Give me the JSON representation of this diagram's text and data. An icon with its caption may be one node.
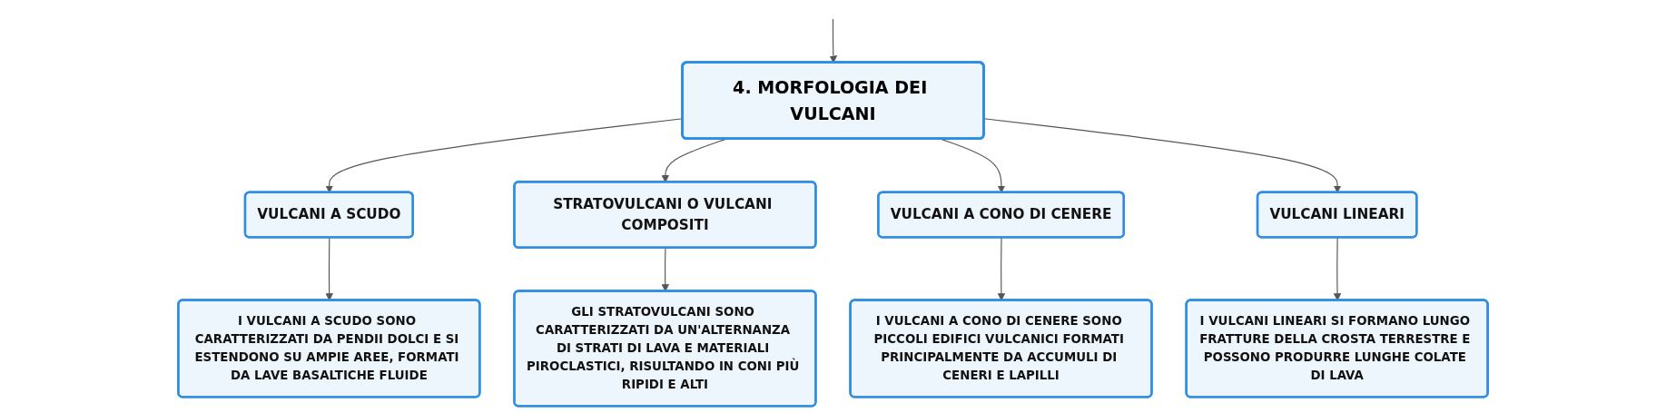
{
  "diagram": {
    "nodes": [
      {
        "text": [
          "4. MORFOLOGIA DEI VULCANI"
        ]
      },
      {
        "text": [
          "VULCANI A SCUDO"
        ]
      },
      {
        "text": [
          "STRATOVULCANI O VULCANI COMPOSITI"
        ]
      },
      {
        "text": [
          "VULCANI A CONO DI CENERE"
        ]
      },
      {
        "text": [
          "VULCANI LINEARI"
        ]
      },
      {
        "text": [
          "I VULCANI A SCUDO SONO CARATTERIZZATI DA PENDII DOLCI E SI ESTENDONO SU AMPIE AREE, FORMATI DA LAVE BASALTICHE FLUIDE"
        ]
      },
      {
        "text": [
          "GLI STRATOVULCANI SONO CARATTERIZZATI DA UN'ALTERNANZA DI STRATI DI LAVA E MATERIALI PIROCLASTICI, RISULTANDO IN CONI PIÙ RIPIDI E ALTI"
        ]
      },
      {
        "text": [
          "I VULCANI A CONO DI CENERE SONO PICCOLI EDIFICI VULCANICI FORMATI PRINCIPALMENTE DA ACCUMULI DI CENERI E LAPILLI"
        ]
      },
      {
        "text": [
          "I VULCANI LINEARI SI FORMANO LUNGO FRATTURE DELLA CROSTA TERRESTRE E POSSONO PRODURRE LUNGHE COLATE DI LAVA"
        ]
      }
    ],
    "edges": [
      {
        "from": null,
        "to": 0,
        "arrow": "to"
      },
      {
        "from": 0,
        "to": 1,
        "arrow": "to"
      },
      {
        "from": 0,
        "to": 2,
        "arrow": "to"
      },
      {
        "from": 0,
        "to": 3,
        "arrow": "to"
      },
      {
        "from": 0,
        "to": 4,
        "arrow": "to"
      },
      {
        "from": 1,
        "to": 5,
        "arrow": "to"
      },
      {
        "from": 2,
        "to": 6,
        "arrow": "to"
      },
      {
        "from": 3,
        "to": 7,
        "arrow": "to"
      },
      {
        "from": 4,
        "to": 8,
        "arrow": "to"
      }
    ]
  }
}
